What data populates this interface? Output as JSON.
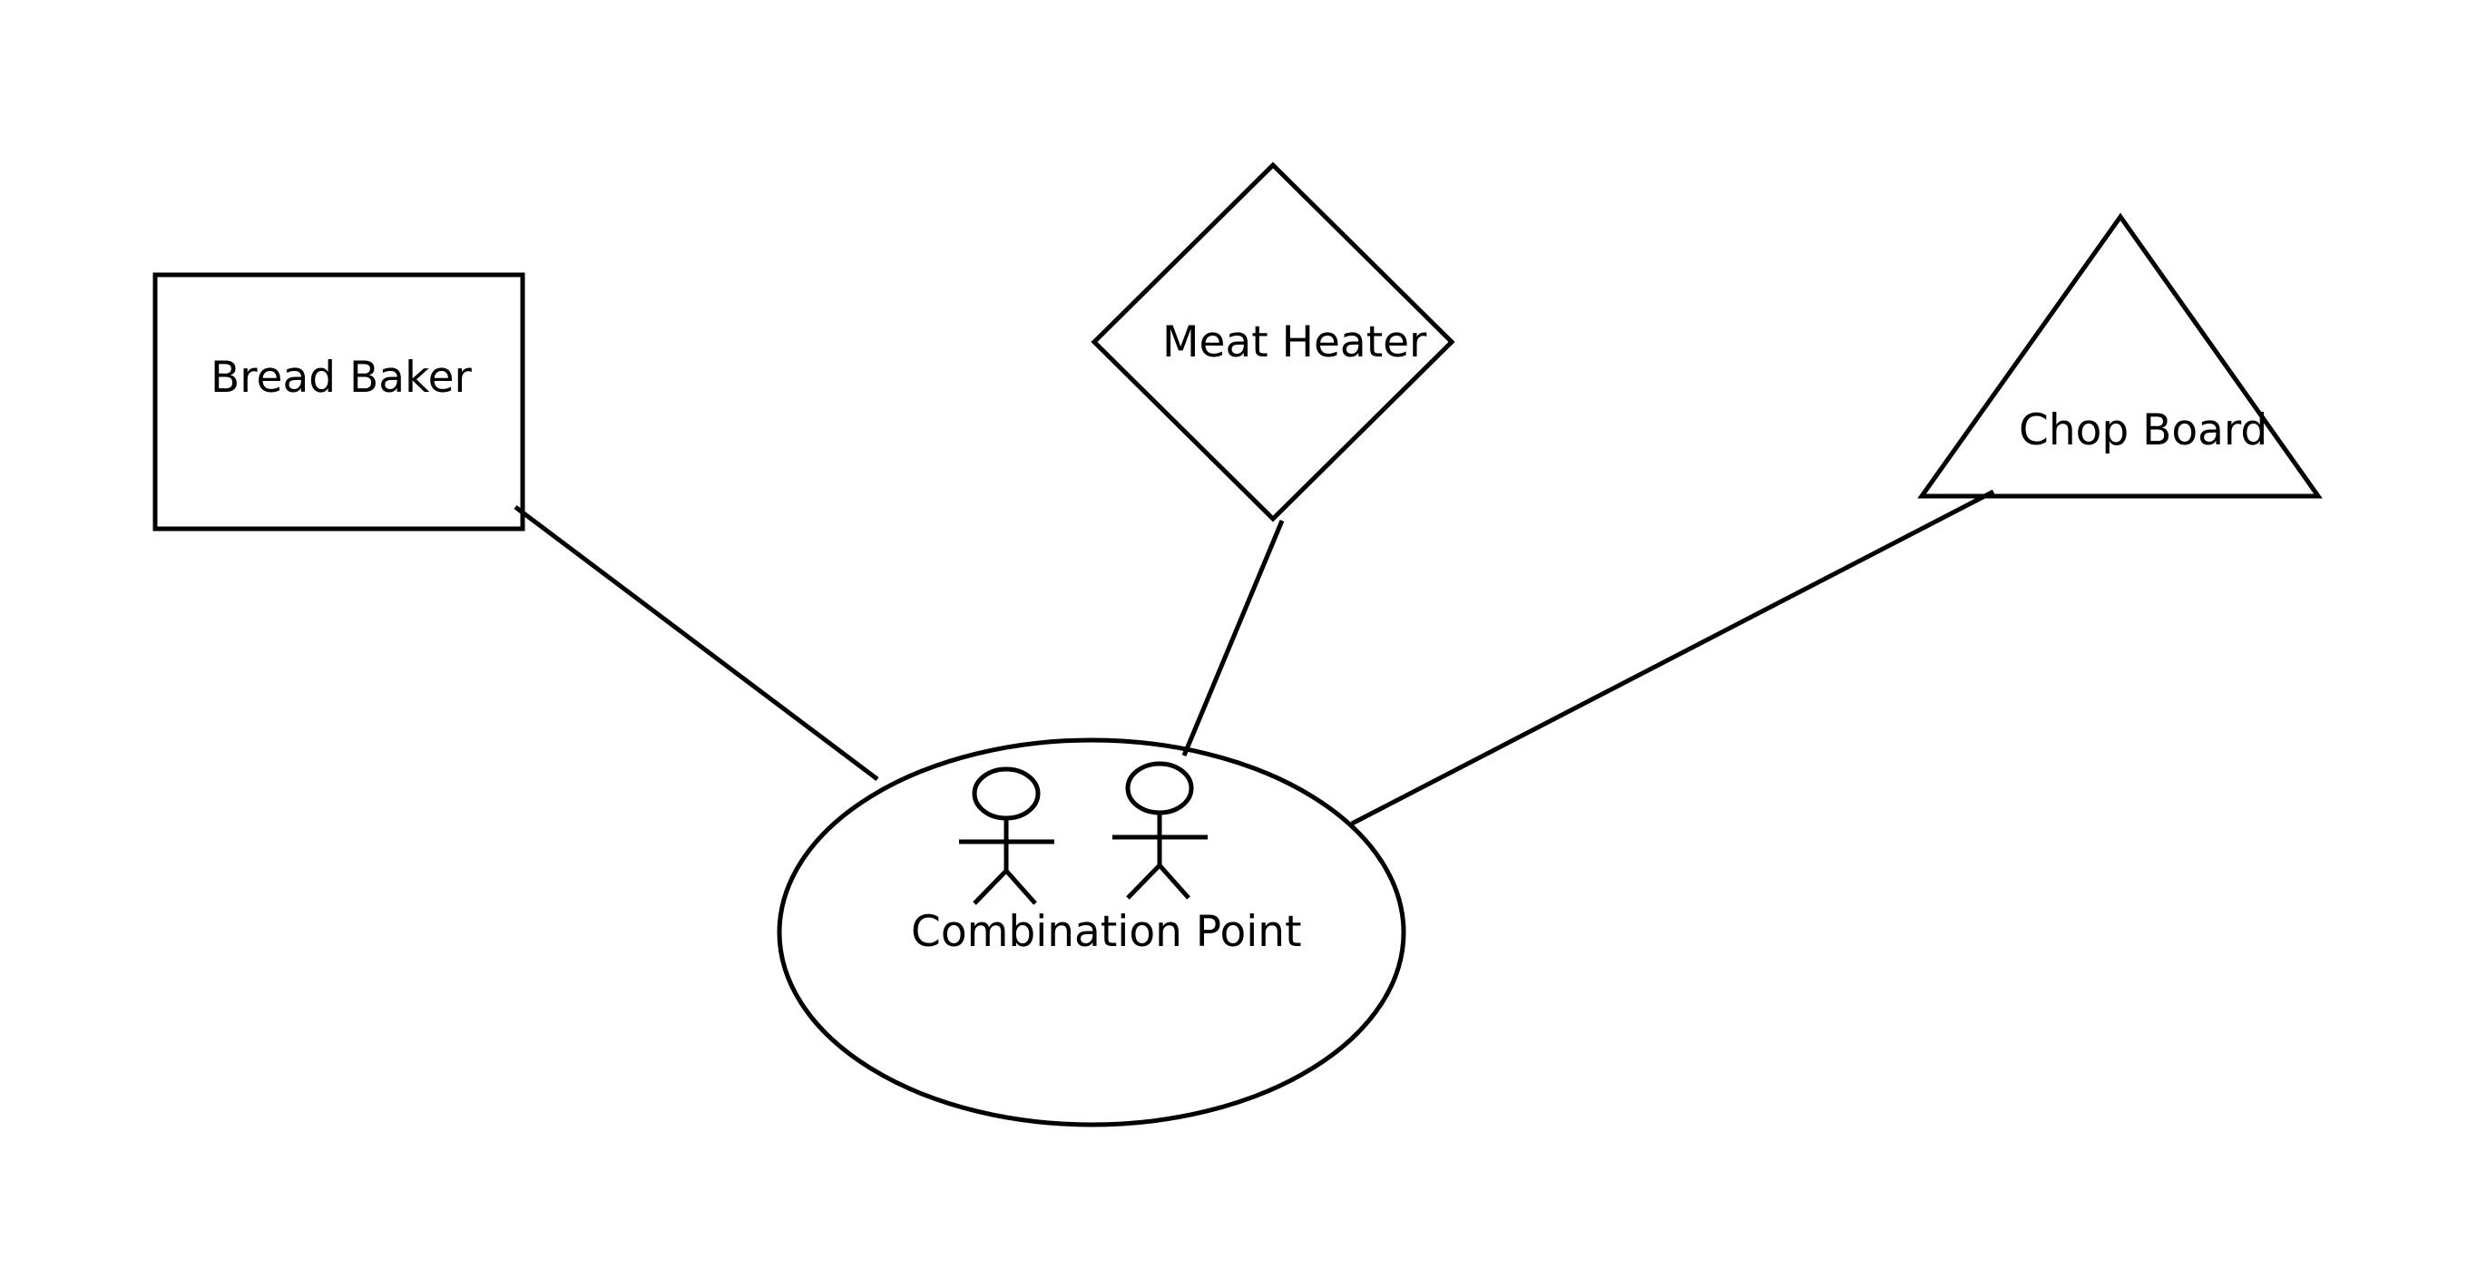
{
  "diagram": {
    "nodes": [
      {
        "id": "bread-baker",
        "shape": "rectangle",
        "label": "Bread Baker"
      },
      {
        "id": "meat-heater",
        "shape": "diamond",
        "label": "Meat Heater"
      },
      {
        "id": "chop-board",
        "shape": "triangle",
        "label": "Chop Board"
      },
      {
        "id": "combination-point",
        "shape": "ellipse",
        "label": "Combination Point",
        "actors": 2
      }
    ],
    "edges": [
      {
        "from": "bread-baker",
        "to": "combination-point"
      },
      {
        "from": "meat-heater",
        "to": "combination-point"
      },
      {
        "from": "chop-board",
        "to": "combination-point"
      }
    ]
  }
}
